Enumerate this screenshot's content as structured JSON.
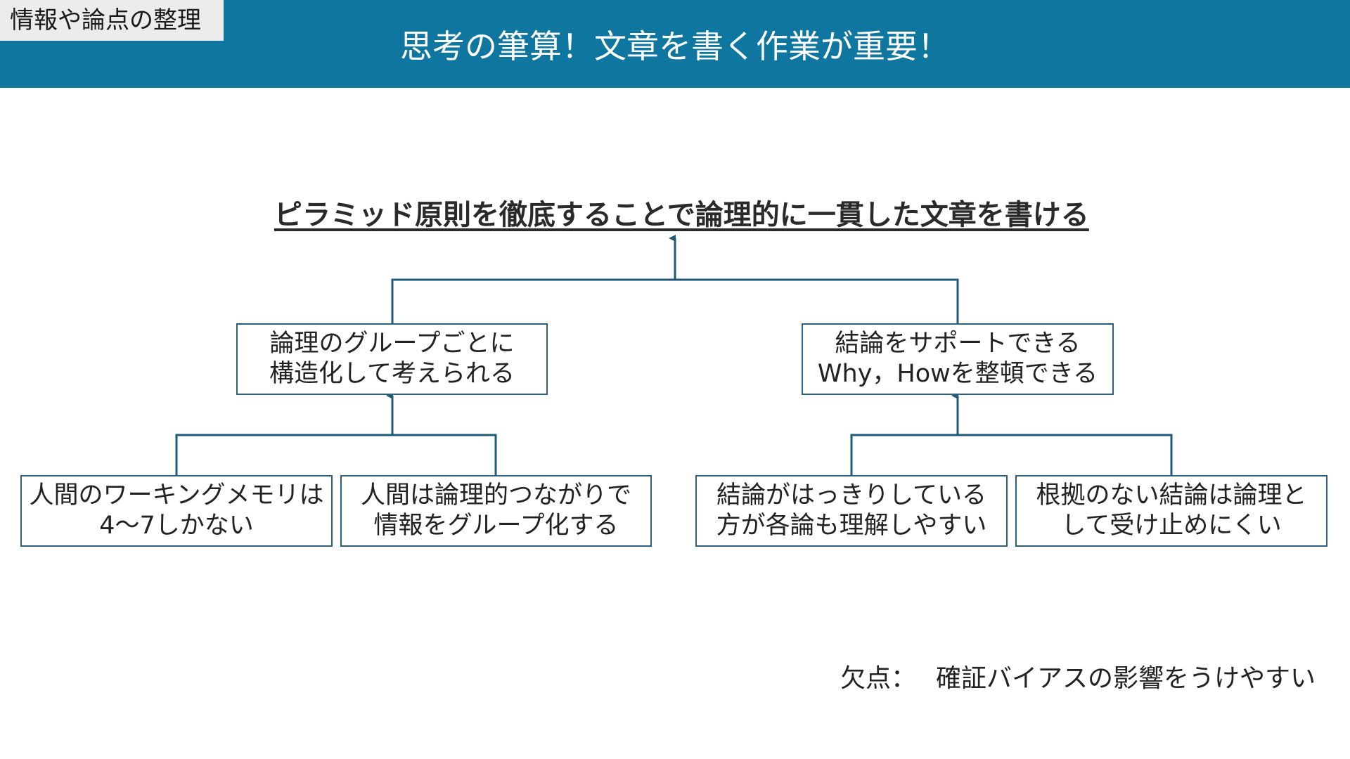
{
  "section_tag": "情報や論点の整理",
  "slide_title": "思考の筆算！文章を書く作業が重要！",
  "diagram": {
    "top_claim": "ピラミッド原則を徹底することで論理的に一貫した文章を書ける",
    "mid_left": {
      "line1": "論理のグループごとに",
      "line2": "構造化して考えられる"
    },
    "mid_right": {
      "line1": "結論をサポートできる",
      "line2": "Why，Howを整頓できる"
    },
    "leaves": [
      {
        "line1": "人間のワーキングメモリは",
        "line2": "4〜7しかない"
      },
      {
        "line1": "人間は論理的つながりで",
        "line2": "情報をグループ化する"
      },
      {
        "line1": "結論がはっきりしている",
        "line2": "方が各論も理解しやすい"
      },
      {
        "line1": "根拠のない結論は論理と",
        "line2": "して受け止めにくい"
      }
    ]
  },
  "weakness": {
    "label": "欠点：",
    "text": "確証バイアスの影響をうけやすい"
  },
  "colors": {
    "header": "#0f76a0",
    "section_tag_bg": "#ececec",
    "connector": "#1f5a78",
    "node_border": "#2f5f7a"
  }
}
